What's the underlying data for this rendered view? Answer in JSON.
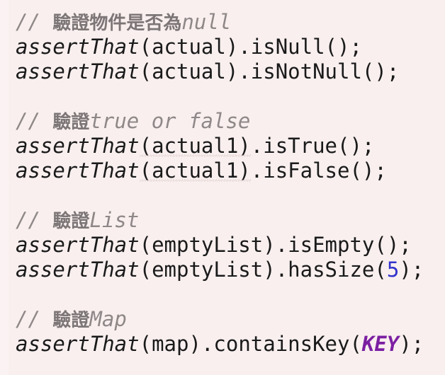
{
  "editor": {
    "background_color": "#f9efef",
    "gutter_color": "#fbf3f3",
    "code_color": "#1a1a1a",
    "comment_color": "#8f8888",
    "number_color": "#3333cc",
    "constant_color": "#7b1fa2",
    "squiggle_color": "#beaaa5",
    "language": "java"
  },
  "lines": [
    {
      "id": "line-1",
      "type": "comment",
      "comment_slashes": "// ",
      "cjk": "驗證物件是否為",
      "trailing": "null"
    },
    {
      "id": "line-2",
      "type": "code",
      "method": "assertThat",
      "open": "(",
      "arg": "actual",
      "close": ")",
      "dot": ".",
      "call": "isNull();"
    },
    {
      "id": "line-3",
      "type": "code",
      "method": "assertThat",
      "open": "(",
      "arg": "actual",
      "close": ")",
      "dot": ".",
      "call": "isNotNull();"
    },
    {
      "id": "line-4",
      "type": "blank",
      "text": ""
    },
    {
      "id": "line-5",
      "type": "comment",
      "comment_slashes": "// ",
      "cjk": "驗證",
      "trailing": "true or false"
    },
    {
      "id": "line-6",
      "type": "code",
      "method": "assertThat",
      "open": "(",
      "arg": "actual1",
      "close": ")",
      "dot": ".",
      "call": "isTrue();",
      "squiggly": true
    },
    {
      "id": "line-7",
      "type": "code",
      "method": "assertThat",
      "open": "(",
      "arg": "actual1",
      "close": ")",
      "dot": ".",
      "call": "isFalse();",
      "squiggly": true
    },
    {
      "id": "line-8",
      "type": "blank",
      "text": ""
    },
    {
      "id": "line-9",
      "type": "comment",
      "comment_slashes": "// ",
      "cjk": "驗證",
      "trailing": "List"
    },
    {
      "id": "line-10",
      "type": "code",
      "method": "assertThat",
      "open": "(",
      "arg": "emptyList",
      "close": ")",
      "dot": ".",
      "call": "isEmpty();"
    },
    {
      "id": "line-11",
      "type": "code-num",
      "method": "assertThat",
      "open": "(",
      "arg": "emptyList",
      "close": ")",
      "dot": ".",
      "call_prefix": "hasSize(",
      "number": "5",
      "call_suffix": ");"
    },
    {
      "id": "line-12",
      "type": "blank",
      "text": ""
    },
    {
      "id": "line-13",
      "type": "comment",
      "comment_slashes": "// ",
      "cjk": "驗證",
      "trailing": "Map"
    },
    {
      "id": "line-14",
      "type": "code-const",
      "method": "assertThat",
      "open": "(",
      "arg": "map",
      "close": ")",
      "dot": ".",
      "call_prefix": "containsKey(",
      "constant": "KEY",
      "call_suffix": ");"
    }
  ]
}
